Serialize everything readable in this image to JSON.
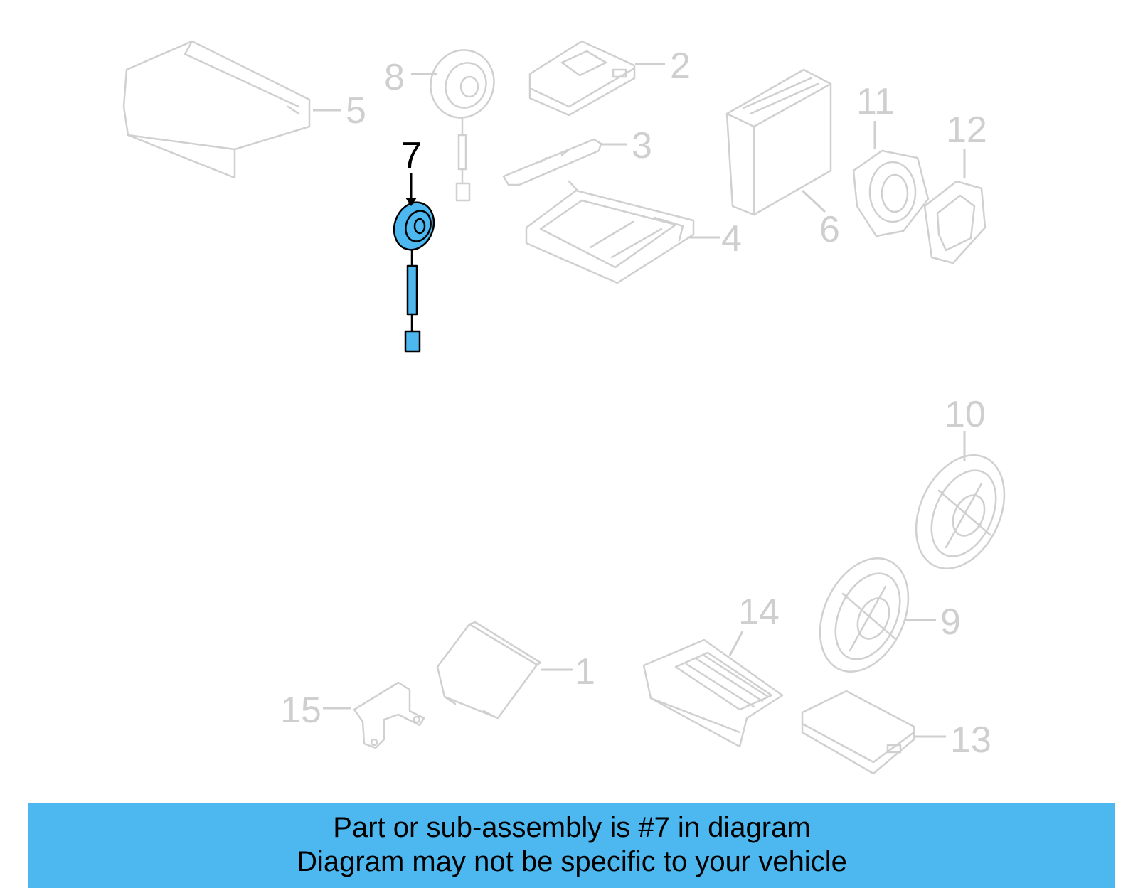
{
  "callouts": [
    "1",
    "2",
    "3",
    "4",
    "5",
    "6",
    "7",
    "8",
    "9",
    "10",
    "11",
    "12",
    "13",
    "14",
    "15"
  ],
  "highlighted_part": "7",
  "highlight_color": "#4db8f0",
  "part_color": "#d0d0d0",
  "banner": {
    "line1": "Part or sub-assembly is #7 in diagram",
    "line2": "Diagram may not be specific to your vehicle",
    "color": "#4db8f0"
  }
}
